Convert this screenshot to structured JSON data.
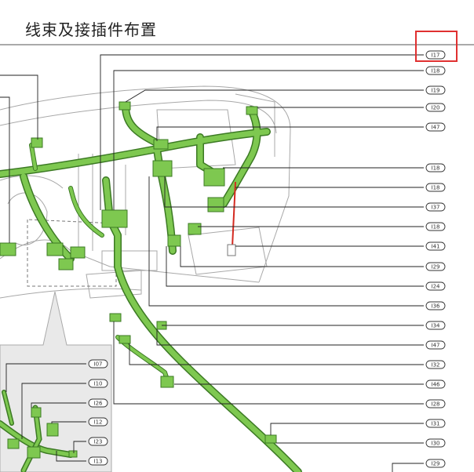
{
  "title": "线束及接插件布置",
  "highlighted_label": "I17",
  "colors": {
    "harness": "#7ec850",
    "harness_edge": "#3c7a24",
    "red_wire": "#d42a20",
    "highlight": "#e03030",
    "panel": "#e9e9e9",
    "outline": "#9a9a9a"
  },
  "labels_main": [
    "I17",
    "I18",
    "I19",
    "I20",
    "I47",
    "I18",
    "I18",
    "I37",
    "I18",
    "I41",
    "I29",
    "I24",
    "I36",
    "I34",
    "I47",
    "I32",
    "I46",
    "I28",
    "I31",
    "I30",
    "I29"
  ],
  "labels_inset": [
    "I07",
    "I10",
    "I26",
    "I12",
    "I23",
    "I13"
  ]
}
